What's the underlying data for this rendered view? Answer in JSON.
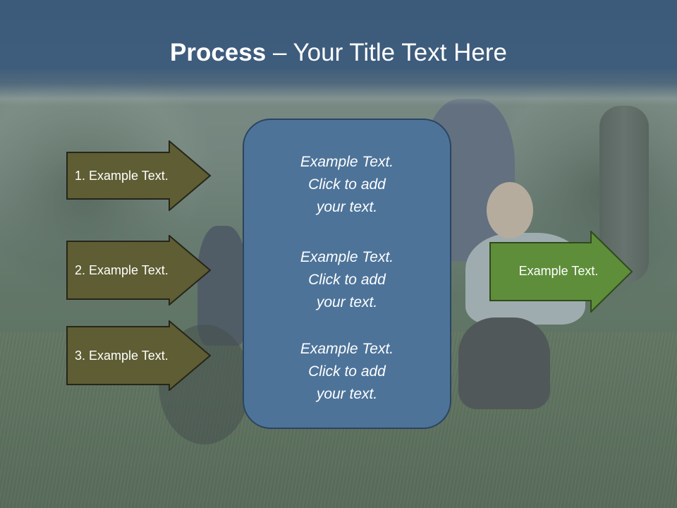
{
  "title": {
    "bold": "Process",
    "rest": " – Your Title Text Here"
  },
  "steps": [
    {
      "label": "1. Example Text."
    },
    {
      "label": "2. Example Text."
    },
    {
      "label": "3. Example Text."
    }
  ],
  "center": {
    "blocks": [
      {
        "line1": "Example Text.",
        "line2": "Click  to add",
        "line3": "your text."
      },
      {
        "line1": "Example Text.",
        "line2": "Click  to add",
        "line3": "your text."
      },
      {
        "line1": "Example Text.",
        "line2": "Click  to add",
        "line3": "your text."
      }
    ]
  },
  "result": {
    "label": "Example Text."
  },
  "colors": {
    "title_band": "#3c5a7a",
    "step_fill": "#5e5d33",
    "center_fill": "#4d7399",
    "result_fill": "#5e8e3a"
  }
}
